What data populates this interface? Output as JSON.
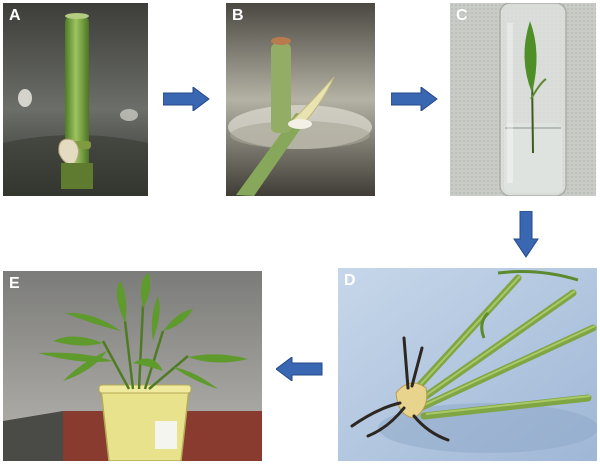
{
  "panels": [
    {
      "id": "A",
      "label": "A"
    },
    {
      "id": "B",
      "label": "B"
    },
    {
      "id": "C",
      "label": "C"
    },
    {
      "id": "D",
      "label": "D"
    },
    {
      "id": "E",
      "label": "E"
    }
  ],
  "colors": {
    "arrow": "#3a67b1",
    "arrow_edge": "#24498a",
    "stem_green": "#6e9a3e",
    "leaf_green": "#5f9a2c",
    "pot_yellow": "#e9e28c"
  },
  "icons": {
    "flow_arrow": "right-arrow-icon",
    "flow_arrow_down": "down-arrow-icon",
    "flow_arrow_left": "left-arrow-icon"
  }
}
